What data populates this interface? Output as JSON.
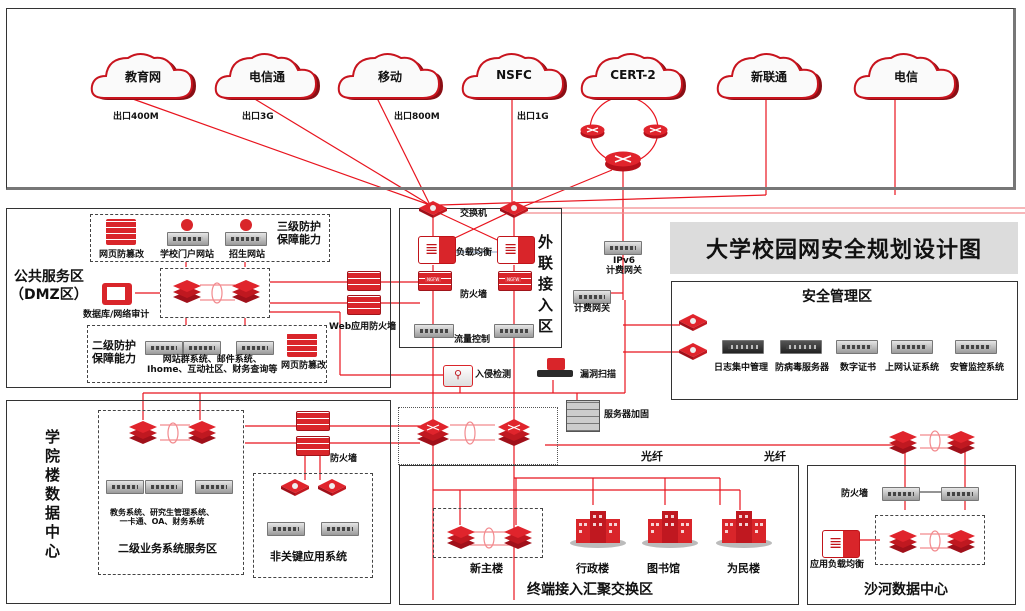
{
  "title": "大学校园网安全规划设计图",
  "colors": {
    "accent": "#e0141e",
    "line": "#e8141e",
    "line_light": "#f28a8e",
    "banner_bg": "#dcdcdc",
    "border": "#333333"
  },
  "internet_zone": {
    "clouds": [
      {
        "name": "教育网",
        "link_label": "出口400M"
      },
      {
        "name": "电信通",
        "link_label": "出口3G"
      },
      {
        "name": "移动",
        "link_label": "出口800M"
      },
      {
        "name": "NSFC",
        "link_label": "出口1G"
      },
      {
        "name": "CERT-2",
        "link_label": ""
      },
      {
        "name": "新联通",
        "link_label": ""
      },
      {
        "name": "电信",
        "link_label": ""
      }
    ]
  },
  "external_access_zone": {
    "title": "外联接入区",
    "title_chars": [
      "外",
      "联",
      "接",
      "入",
      "区"
    ],
    "switch_label": "交换机",
    "load_balancer_label": "负载均衡",
    "firewall_label": "防火墙",
    "traffic_control_label": "流量控制",
    "firewall_badge": "NGFW"
  },
  "dmz_zone": {
    "title_line1": "公共服务区",
    "title_line2": "（DMZ区）",
    "level3": {
      "title_line1": "三级防护",
      "title_line2": "保障能力",
      "items": [
        "网页防篡改",
        "学校门户网站",
        "招生网站"
      ]
    },
    "db_audit_label": "数据库/网络审计",
    "level2": {
      "title_line1": "二级防护",
      "title_line2": "保障能力",
      "systems_line1": "网站群系统、邮件系统、",
      "systems_line2": "Ihome、互动社区、财务查询等",
      "tamper_label": "网页防篡改"
    },
    "waf_label": "Web应用防火墙"
  },
  "middle": {
    "ipv6_gateway_line1": "IPv6",
    "ipv6_gateway_line2": "计费网关",
    "billing_gateway": "计费网关",
    "ids_label": "入侵检测",
    "vuln_scan_label": "漏洞扫描",
    "server_hardening_label": "服务器加固",
    "fiber_label_1": "光纤",
    "fiber_label_2": "光纤"
  },
  "security_mgmt_zone": {
    "title": "安全管理区",
    "items": [
      "日志集中管理",
      "防病毒服务器",
      "数字证书",
      "上网认证系统",
      "安管监控系统"
    ]
  },
  "college_dc_zone": {
    "title_chars": [
      "学",
      "院",
      "楼",
      "数",
      "据",
      "中",
      "心"
    ],
    "business_zone": {
      "systems_line1": "教务系统、研究生管理系统、",
      "systems_line2": "一卡通、OA、财务系统",
      "title": "二级业务系统服务区"
    },
    "firewall_label": "防火墙",
    "noncritical_title": "非关键应用系统"
  },
  "access_zone": {
    "title": "终端接入汇聚交换区",
    "buildings": [
      "新主楼",
      "行政楼",
      "图书馆",
      "为民楼"
    ]
  },
  "shahe_dc": {
    "title": "沙河数据中心",
    "firewall_label": "防火墙",
    "lb_label": "应用负载均衡"
  }
}
